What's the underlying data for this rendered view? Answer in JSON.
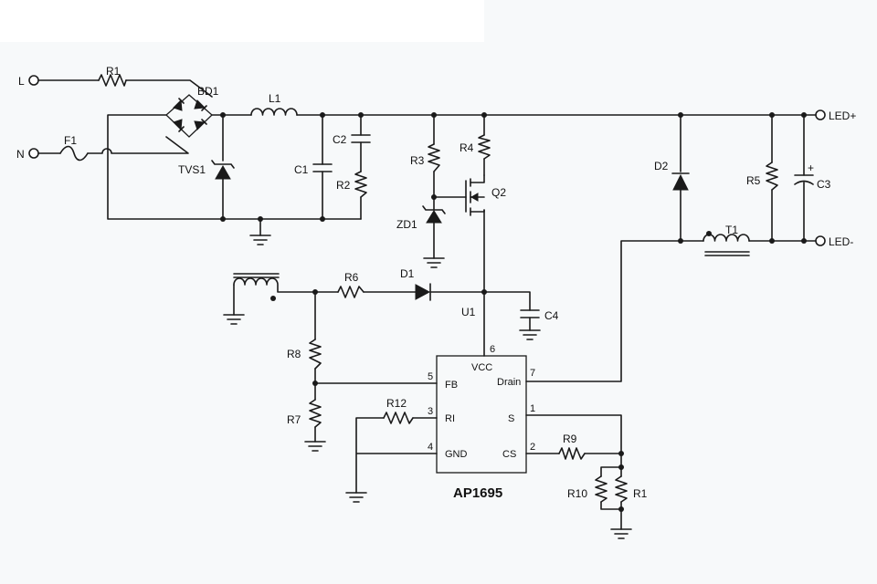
{
  "terminals": {
    "line": "L",
    "neutral": "N",
    "led_plus": "LED+",
    "led_minus": "LED-"
  },
  "refdes": {
    "r1_in": "R1",
    "f1": "F1",
    "bd1": "BD1",
    "tvs1": "TVS1",
    "l1": "L1",
    "c1": "C1",
    "c2": "C2",
    "r2": "R2",
    "r3": "R3",
    "zd1": "ZD1",
    "r4": "R4",
    "q2": "Q2",
    "d2": "D2",
    "r5": "R5",
    "c3": "C3",
    "t1": "T1",
    "r6": "R6",
    "d1": "D1",
    "u1": "U1",
    "c4": "C4",
    "r8": "R8",
    "r7": "R7",
    "r12": "R12",
    "r9": "R9",
    "r10": "R10",
    "r1_sense": "R1"
  },
  "ic": {
    "part": "AP1695",
    "pins": {
      "vcc": "VCC",
      "vcc_num": "6",
      "drain": "Drain",
      "drain_num": "7",
      "fb": "FB",
      "fb_num": "5",
      "ri": "RI",
      "ri_num": "3",
      "s": "S",
      "s_num": "1",
      "gnd": "GND",
      "gnd_num": "4",
      "cs": "CS",
      "cs_num": "2"
    }
  },
  "c3_polarity": "+"
}
